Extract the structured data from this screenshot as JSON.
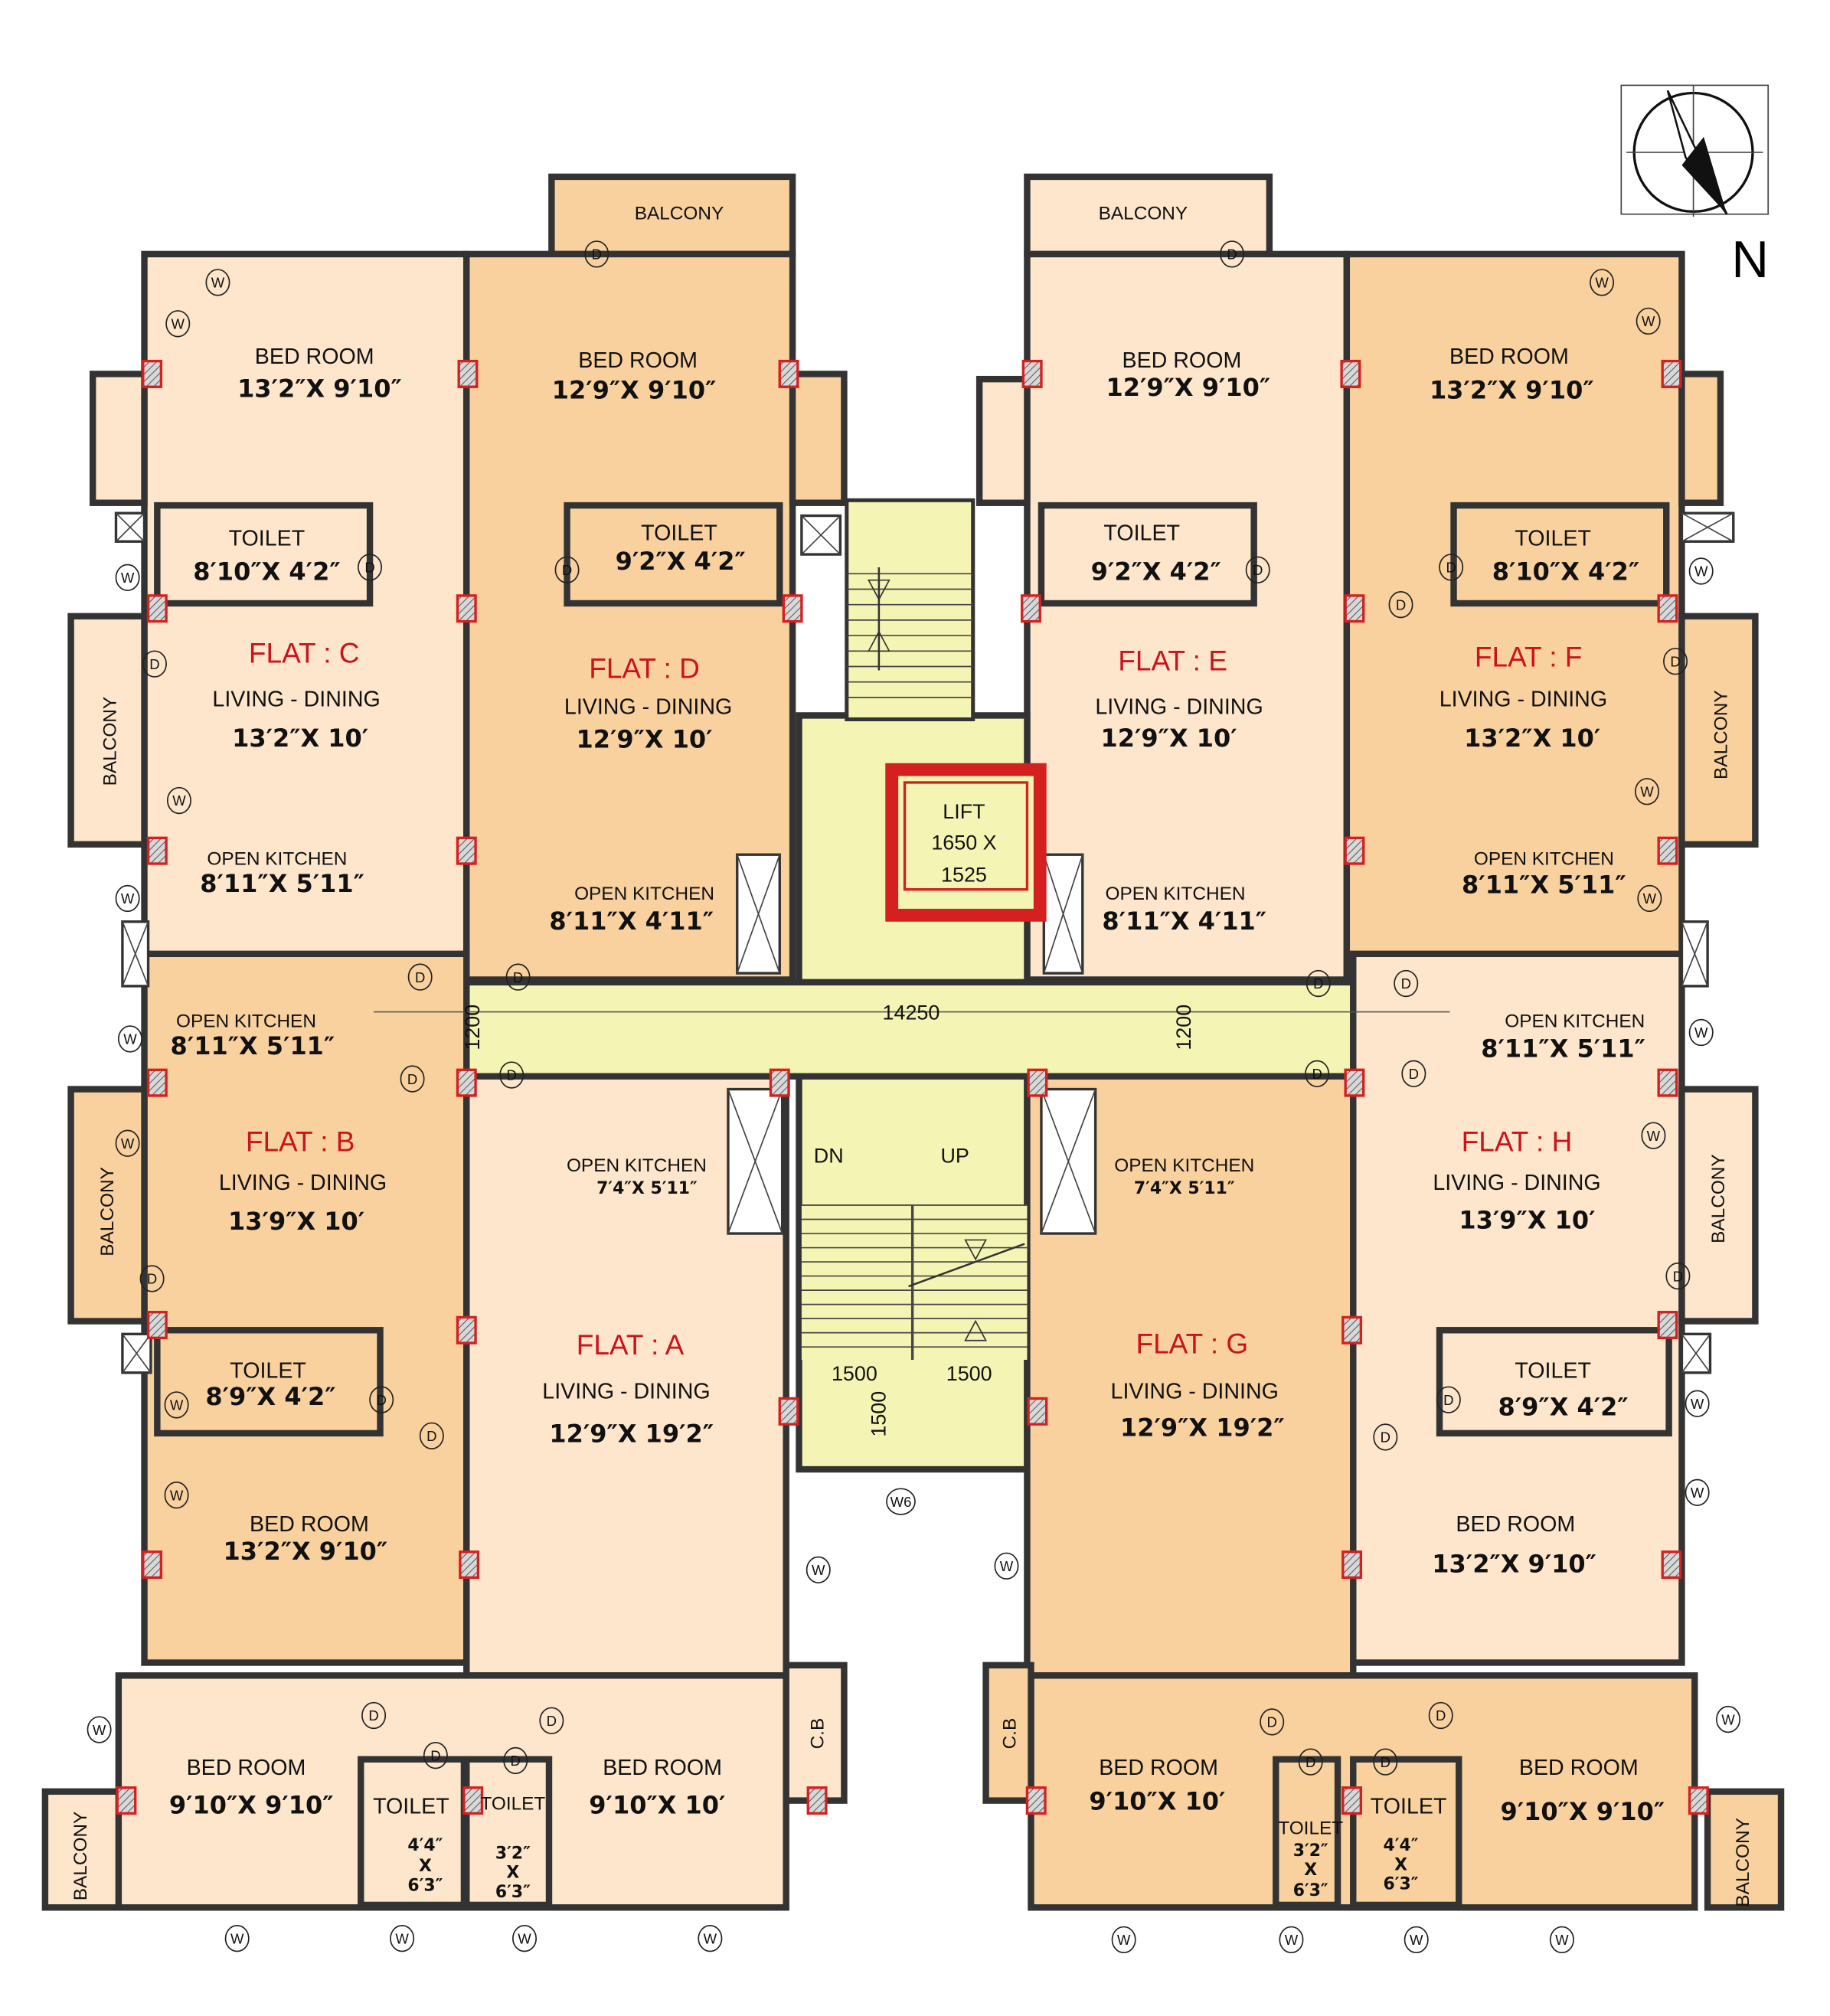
{
  "plan": {
    "compass_label": "N",
    "colors": {
      "flat_light": "#fde6cb",
      "flat_dark": "#f9d19f",
      "common_area": "#f4f5b4",
      "column": "#d42020",
      "flat_title": "#c8141c"
    },
    "symbols": {
      "window": "W",
      "door": "D",
      "window_w6": "W6"
    },
    "core": {
      "lift_title": "LIFT",
      "lift_size_1": "1650 X",
      "lift_size_2": "1525",
      "corridor_length": "14250",
      "corridor_width_left": "1200",
      "corridor_width_right": "1200",
      "stair_down": "DN",
      "stair_up": "UP",
      "stair_flight_left": "1500",
      "stair_flight_right": "1500",
      "stair_landing": "1500"
    },
    "flats": {
      "C": {
        "title": "FLAT : C",
        "balcony": "BALCONY",
        "bedroom": "BED ROOM",
        "bedroom_size": "13′2″X 9′10″",
        "toilet": "TOILET",
        "toilet_size": "8′10″X 4′2″",
        "living": "LIVING - DINING",
        "living_size": "13′2″X 10′",
        "kitchen": "OPEN KITCHEN",
        "kitchen_size": "8′11″X 5′11″"
      },
      "D": {
        "title": "FLAT : D",
        "balcony": "BALCONY",
        "bedroom": "BED ROOM",
        "bedroom_size": "12′9″X 9′10″",
        "toilet": "TOILET",
        "toilet_size": "9′2″X 4′2″",
        "living": "LIVING - DINING",
        "living_size": "12′9″X 10′",
        "kitchen": "OPEN KITCHEN",
        "kitchen_size": "8′11″X 4′11″"
      },
      "E": {
        "title": "FLAT : E",
        "balcony": "BALCONY",
        "bedroom": "BED ROOM",
        "bedroom_size": "12′9″X 9′10″",
        "toilet": "TOILET",
        "toilet_size": "9′2″X 4′2″",
        "living": "LIVING - DINING",
        "living_size": "12′9″X 10′",
        "kitchen": "OPEN KITCHEN",
        "kitchen_size": "8′11″X 4′11″"
      },
      "F": {
        "title": "FLAT : F",
        "balcony": "BALCONY",
        "bedroom": "BED ROOM",
        "bedroom_size": "13′2″X 9′10″",
        "toilet": "TOILET",
        "toilet_size": "8′10″X 4′2″",
        "living": "LIVING - DINING",
        "living_size": "13′2″X 10′",
        "kitchen": "OPEN KITCHEN",
        "kitchen_size": "8′11″X 5′11″"
      },
      "B": {
        "title": "FLAT : B",
        "balcony": "BALCONY",
        "bedroom": "BED ROOM",
        "bedroom_size": "13′2″X 9′10″",
        "toilet": "TOILET",
        "toilet_size": "8′9″X 4′2″",
        "living": "LIVING - DINING",
        "living_size": "13′9″X 10′",
        "kitchen": "OPEN KITCHEN",
        "kitchen_size": "8′11″X 5′11″"
      },
      "H": {
        "title": "FLAT : H",
        "balcony": "BALCONY",
        "bedroom": "BED ROOM",
        "bedroom_size": "13′2″X 9′10″",
        "toilet": "TOILET",
        "toilet_size": "8′9″X 4′2″",
        "living": "LIVING - DINING",
        "living_size": "13′9″X 10′",
        "kitchen": "OPEN KITCHEN",
        "kitchen_size": "8′11″X 5′11″"
      },
      "A": {
        "title": "FLAT : A",
        "balcony": "BALCONY",
        "living": "LIVING - DINING",
        "living_size": "12′9″X 19′2″",
        "kitchen": "OPEN KITCHEN",
        "kitchen_size": "7′4″X 5′11″",
        "bedroom1": "BED ROOM",
        "bedroom1_size": "9′10″X 9′10″",
        "bedroom2": "BED ROOM",
        "bedroom2_size": "9′10″X 10′",
        "toilet1": "TOILET",
        "toilet1_w": "4′4″",
        "toilet1_x": "X",
        "toilet1_h": "6′3″",
        "toilet2": "TOILET",
        "toilet2_w": "3′2″",
        "toilet2_x": "X",
        "toilet2_h": "6′3″",
        "cupboard": "C.B"
      },
      "G": {
        "title": "FLAT : G",
        "balcony": "BALCONY",
        "living": "LIVING - DINING",
        "living_size": "12′9″X 19′2″",
        "kitchen": "OPEN KITCHEN",
        "kitchen_size": "7′4″X 5′11″",
        "bedroom1": "BED ROOM",
        "bedroom1_size": "9′10″X 10′",
        "bedroom2": "BED ROOM",
        "bedroom2_size": "9′10″X 9′10″",
        "toilet1": "TOILET",
        "toilet1_w": "3′2″",
        "toilet1_x": "X",
        "toilet1_h": "6′3″",
        "toilet2": "TOILET",
        "toilet2_w": "4′4″",
        "toilet2_x": "X",
        "toilet2_h": "6′3″",
        "cupboard": "C.B"
      }
    }
  }
}
